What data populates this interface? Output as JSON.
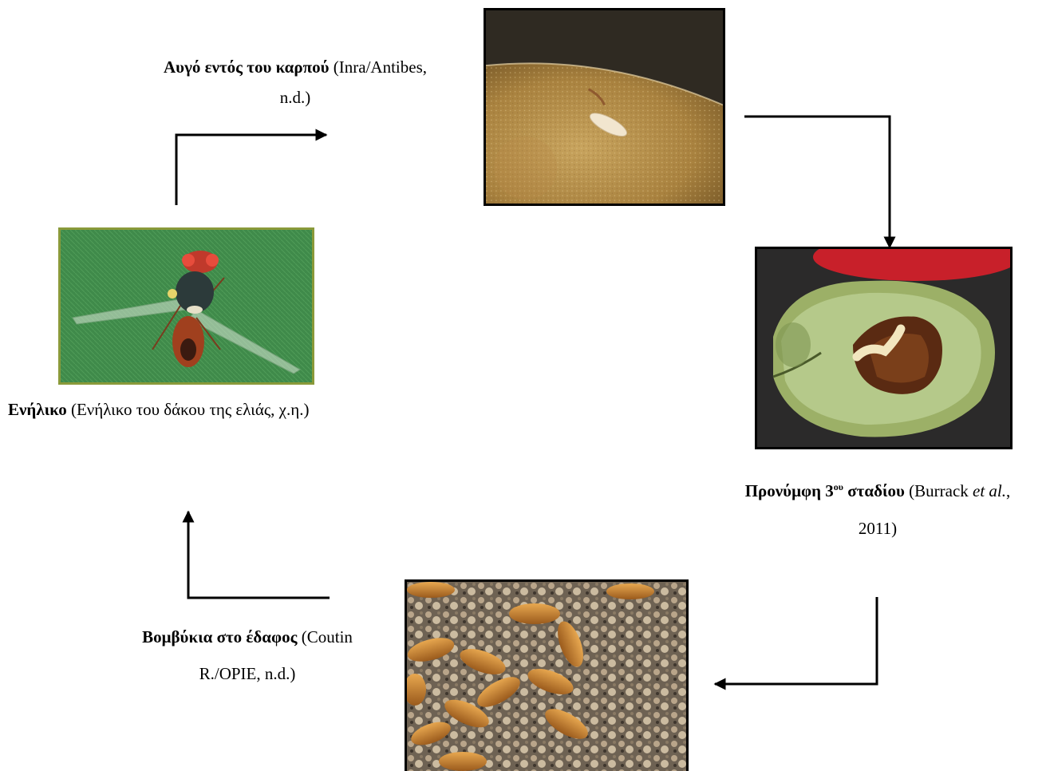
{
  "stages": {
    "egg": {
      "title": "Αυγό εντός του καρπού",
      "citation_line1": "(Inra/Antibes,",
      "citation_line2": "n.d.)"
    },
    "larva": {
      "title_prefix": "Προνύμφη  3",
      "title_sup": "ου",
      "title_suffix": " σταδίου",
      "citation_open": "(Burrack ",
      "citation_italic": "et al.",
      "citation_close": ",",
      "citation_line2": "2011)"
    },
    "pupa": {
      "title": "Βομβύκια στο έδαφος",
      "citation_line1": "(Coutin",
      "citation_line2": "R./OPIE, n.d.)"
    },
    "adult": {
      "title": "Ενήλικο",
      "citation": "(Ενήλικο του δάκου της ελιάς, χ.η.)"
    }
  },
  "colors": {
    "arrow": "#000000",
    "photo_border": "#000000",
    "adult_border": "#8a9a3a"
  }
}
